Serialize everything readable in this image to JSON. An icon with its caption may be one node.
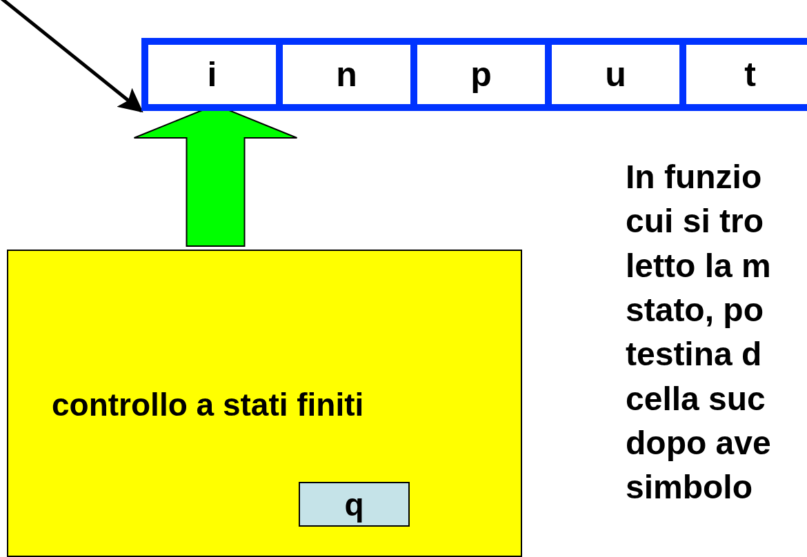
{
  "diagram": {
    "nodes": [
      {
        "text": [],
        "shape": "box"
      },
      {
        "text": [
          "i"
        ],
        "in": 0
      },
      {
        "text": [
          "n"
        ],
        "in": 0
      },
      {
        "text": [
          "p"
        ],
        "in": 0
      },
      {
        "text": [
          "u"
        ],
        "in": 0
      },
      {
        "text": [
          "t"
        ],
        "in": 0
      },
      {
        "text": [
          "controllo a stati finiti"
        ]
      },
      {
        "text": [
          "q"
        ],
        "in": 6
      }
    ],
    "edges": [
      {
        "from": null,
        "to": 0,
        "arrow": "to"
      },
      {
        "from": 6,
        "to": 1,
        "arrow": "to",
        "style": "thick",
        "color": "#00ff00"
      }
    ],
    "labels": [
      "In funzio",
      "cui si tro",
      "letto la m",
      "stato, po",
      "testina d",
      "cella suc",
      "dopo ave",
      "simbolo"
    ]
  }
}
